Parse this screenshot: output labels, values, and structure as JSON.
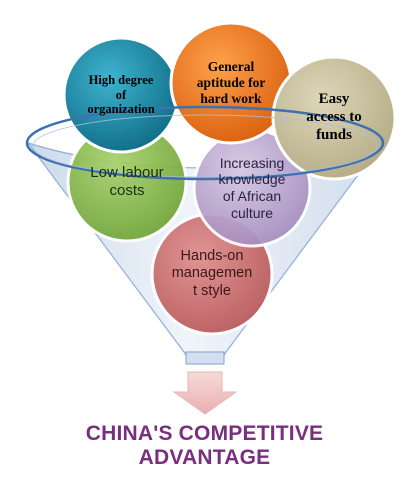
{
  "diagram": {
    "circles": [
      {
        "id": "high-degree-of-organization",
        "label": "High degree of organization",
        "lines": [
          "High degree",
          "of",
          "organization"
        ],
        "color": "#1a8aa6",
        "text_color": "#000000"
      },
      {
        "id": "general-aptitude-for-hard-work",
        "label": "General aptitude for hard work",
        "lines": [
          "General",
          "aptitude for",
          "hard work"
        ],
        "color": "#f07a1e",
        "text_color": "#000000"
      },
      {
        "id": "easy-access-to-funds",
        "label": "Easy access to funds",
        "lines": [
          "Easy",
          "access to",
          "funds"
        ],
        "color": "#cbc3a0",
        "text_color": "#000000"
      },
      {
        "id": "low-labour-costs",
        "label": "Low labour costs",
        "lines": [
          "Low labour",
          "costs"
        ],
        "color": "#8fc24a",
        "text_color": "#1c2e0c"
      },
      {
        "id": "increasing-knowledge-of-african-culture",
        "label": "Increasing knowledge of African culture",
        "lines": [
          "Increasing",
          "knowledge",
          "of African",
          "culture"
        ],
        "color": "#b8a3cc",
        "text_color": "#2a2240"
      },
      {
        "id": "hands-on-management-style",
        "label": "Hands-on management style",
        "lines": [
          "Hands-on",
          "managemen",
          "t style"
        ],
        "color": "#cd6b6b",
        "text_color": "#3a1818"
      }
    ]
  },
  "title": {
    "lines": [
      "CHINA'S COMPETITIVE",
      "ADVANTAGE"
    ],
    "color": "#7a2e7e"
  },
  "colors": {
    "funnel": "#d9e4f1",
    "funnel_edge": "#3f70b0",
    "arrow": "#f2c6c6"
  }
}
